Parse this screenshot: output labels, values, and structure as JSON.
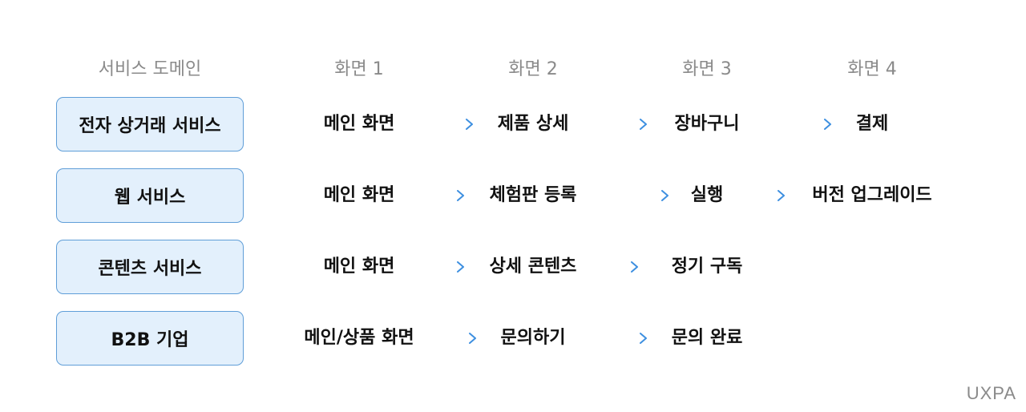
{
  "headers": [
    "서비스 도메인",
    "화면 1",
    "화면 2",
    "화면 3",
    "화면 4"
  ],
  "rows": [
    {
      "domain": "전자 상거래 서비스",
      "steps": [
        "메인 화면",
        "제품 상세",
        "장바구니",
        "결제"
      ]
    },
    {
      "domain": "웹 서비스",
      "steps": [
        "메인 화면",
        "체험판 등록",
        "실행",
        "버전 업그레이드"
      ]
    },
    {
      "domain": "콘텐츠 서비스",
      "steps": [
        "메인 화면",
        "상세 콘텐츠",
        "정기 구독"
      ]
    },
    {
      "domain": "B2B 기업",
      "steps": [
        "메인/상품 화면",
        "문의하기",
        "문의 완료"
      ]
    }
  ],
  "brand": "UXPA",
  "colors": {
    "box_fill": "#e3f0fc",
    "box_border": "#5f9ed8",
    "arrow_start": "#c9e0f6",
    "arrow_end": "#3d8fe0",
    "header_text": "#8a8a8a"
  }
}
